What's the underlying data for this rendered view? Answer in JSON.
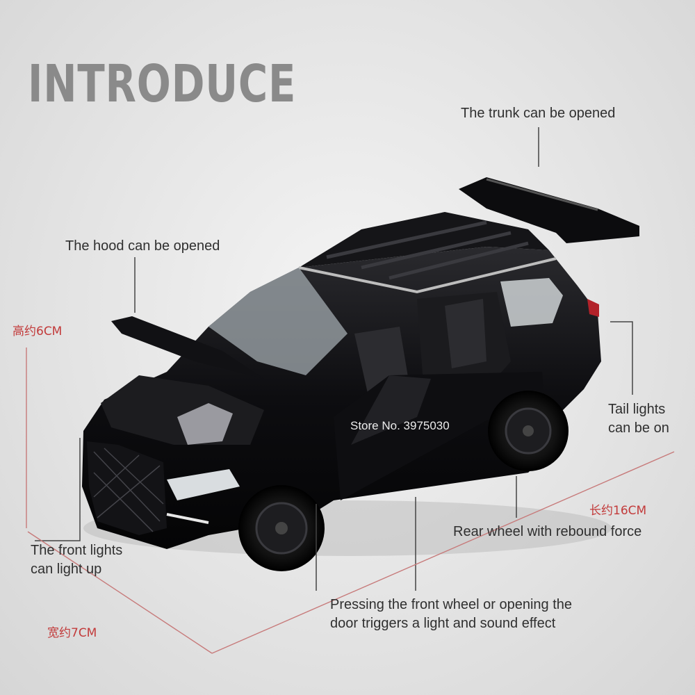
{
  "title": "INTRODUCE",
  "callouts": {
    "trunk": "The trunk can be opened",
    "hood": "The hood can be opened",
    "tail_lights_1": "Tail lights",
    "tail_lights_2": "can be on",
    "rear_wheel": "Rear wheel with rebound force",
    "front_lights_1": "The front lights",
    "front_lights_2": "can light up",
    "sound_1": "Pressing the front wheel or opening the",
    "sound_2": "door triggers a light and sound effect"
  },
  "dimensions": {
    "height": "高约6CM",
    "length": "长约16CM",
    "width": "宽约7CM"
  },
  "watermark": "Store No. 3975030",
  "colors": {
    "title": "#8a8a8a",
    "callout_text": "#2f2f2f",
    "dimension": "#c23a3a",
    "car_body": "#0b0b0d"
  }
}
